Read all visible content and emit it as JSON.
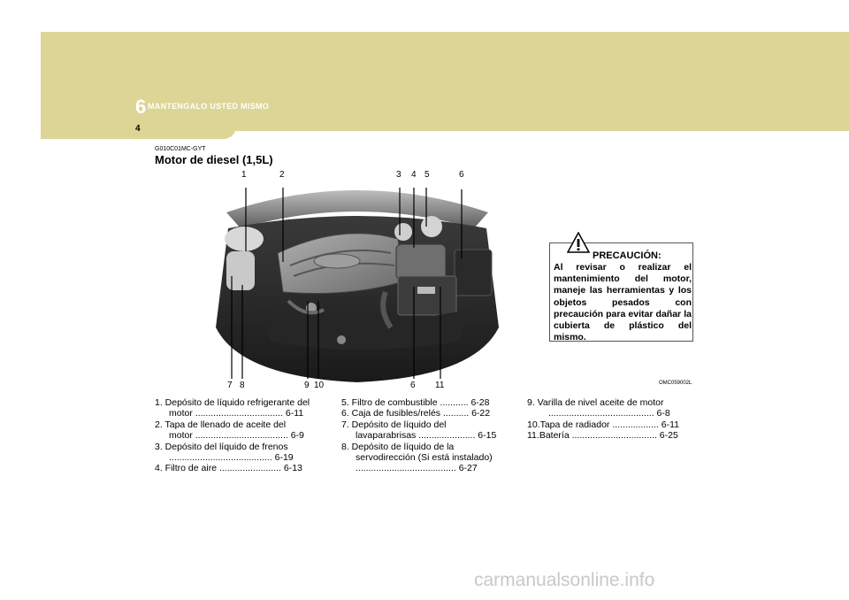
{
  "header": {
    "chapter_number": "6",
    "chapter_title": "MANTENGALO USTED MISMO",
    "page_number": "4"
  },
  "section": {
    "code": "G010C01MC-GYT",
    "title": "Motor de diesel (1,5L)"
  },
  "figure": {
    "image_code": "OMC059002L",
    "top_callouts": [
      "1",
      "2",
      "3",
      "4",
      "5",
      "6"
    ],
    "bottom_callouts": [
      "7",
      "8",
      "9",
      "10",
      "6",
      "11"
    ]
  },
  "caution": {
    "title": "PRECAUCIÓN:",
    "text": "Al revisar o realizar el mantenimiento del motor, maneje las herramientas y los objetos pesados con precaución para evitar dañar la cubierta de plástico del mismo."
  },
  "list_col1": [
    {
      "line1": "1. Depósito de líquido refrigerante del",
      "line2": "motor .................................. 6-11"
    },
    {
      "line1": "2. Tapa de llenado de aceite del",
      "line2": "motor .................................... 6-9"
    },
    {
      "line1": "3. Depósito del líquido de frenos",
      "line2": "........................................ 6-19"
    },
    {
      "line1": "4. Filtro de aire ........................ 6-13",
      "line2": ""
    }
  ],
  "list_col2": [
    {
      "line1": "5. Filtro de combustible ........... 6-28",
      "line2": "",
      "line3": ""
    },
    {
      "line1": "6. Caja de fusibles/relés .......... 6-22",
      "line2": "",
      "line3": ""
    },
    {
      "line1": "7. Depósito de líquido del",
      "line2": "lavaparabrisas ...................... 6-15",
      "line3": ""
    },
    {
      "line1": "8. Depósito de líquido de la",
      "line2": "servodirección (Si está instalado)",
      "line3": "....................................... 6-27"
    }
  ],
  "list_col3": [
    {
      "line1": "9.  Varilla de nivel aceite de motor",
      "line2": "......................................... 6-8"
    },
    {
      "line1": "10.Tapa de radiador .................. 6-11",
      "line2": ""
    },
    {
      "line1": "11.Batería ................................. 6-25",
      "line2": ""
    }
  ],
  "watermark": "carmanualsonline.info",
  "colors": {
    "header_band": "#dcd596",
    "engine_cover": "#8a8a8a"
  }
}
